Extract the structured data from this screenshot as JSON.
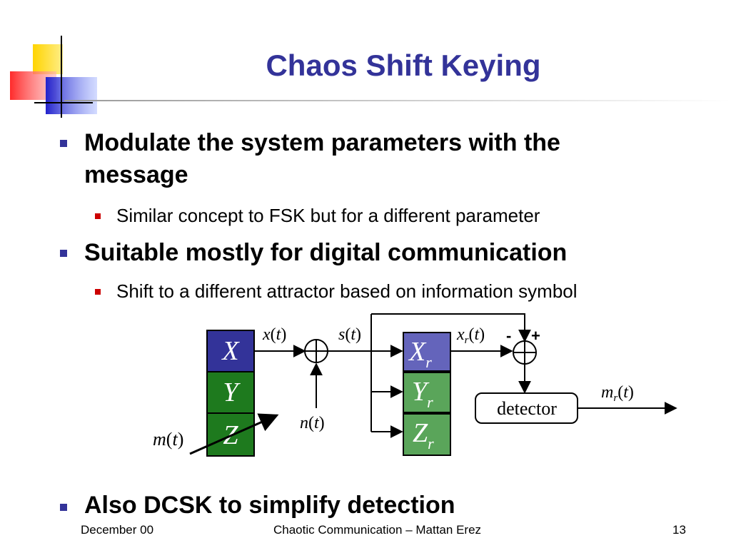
{
  "title": "Chaos Shift Keying",
  "bullets": [
    {
      "text": "Modulate the system parameters with the message",
      "sub": "Similar concept to FSK but for a different parameter"
    },
    {
      "text": "Suitable mostly for digital communication",
      "sub": "Shift to a different attractor based on information symbol"
    },
    {
      "text": "Also DCSK to simplify detection"
    }
  ],
  "diagram": {
    "tx_blocks": [
      "X",
      "Y",
      "Z"
    ],
    "rx_blocks": [
      "X",
      "Y",
      "Z"
    ],
    "rx_subscript": "r",
    "signal_x": "x",
    "signal_s": "s",
    "signal_xr": "x",
    "signal_n": "n",
    "signal_m": "m",
    "signal_mr": "m",
    "time_var": "t",
    "minus_sign": "-",
    "plus_sign": "+",
    "detector_label": "detector"
  },
  "footer": {
    "date": "December 00",
    "center": "Chaotic Communication – Mattan Erez",
    "page": "13"
  }
}
